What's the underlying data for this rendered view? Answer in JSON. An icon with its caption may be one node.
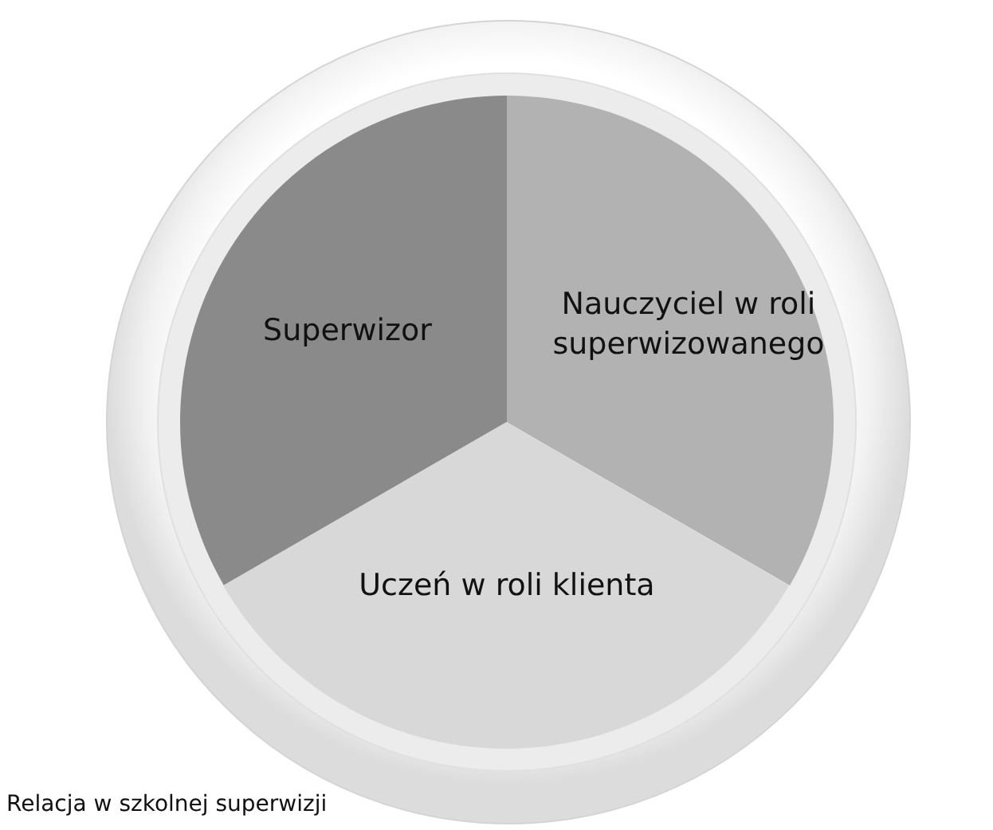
{
  "diagram": {
    "caption": "Relacja w szkolnej superwizji",
    "nodes": [
      {
        "text": [],
        "shape": "circle"
      },
      {
        "text": [
          "Superwizor"
        ],
        "in": 0
      },
      {
        "text": [
          "Nauczyciel w roli superwizowanego"
        ],
        "in": 0
      },
      {
        "text": [
          "Uczeń w roli klienta"
        ],
        "in": 0
      }
    ]
  }
}
